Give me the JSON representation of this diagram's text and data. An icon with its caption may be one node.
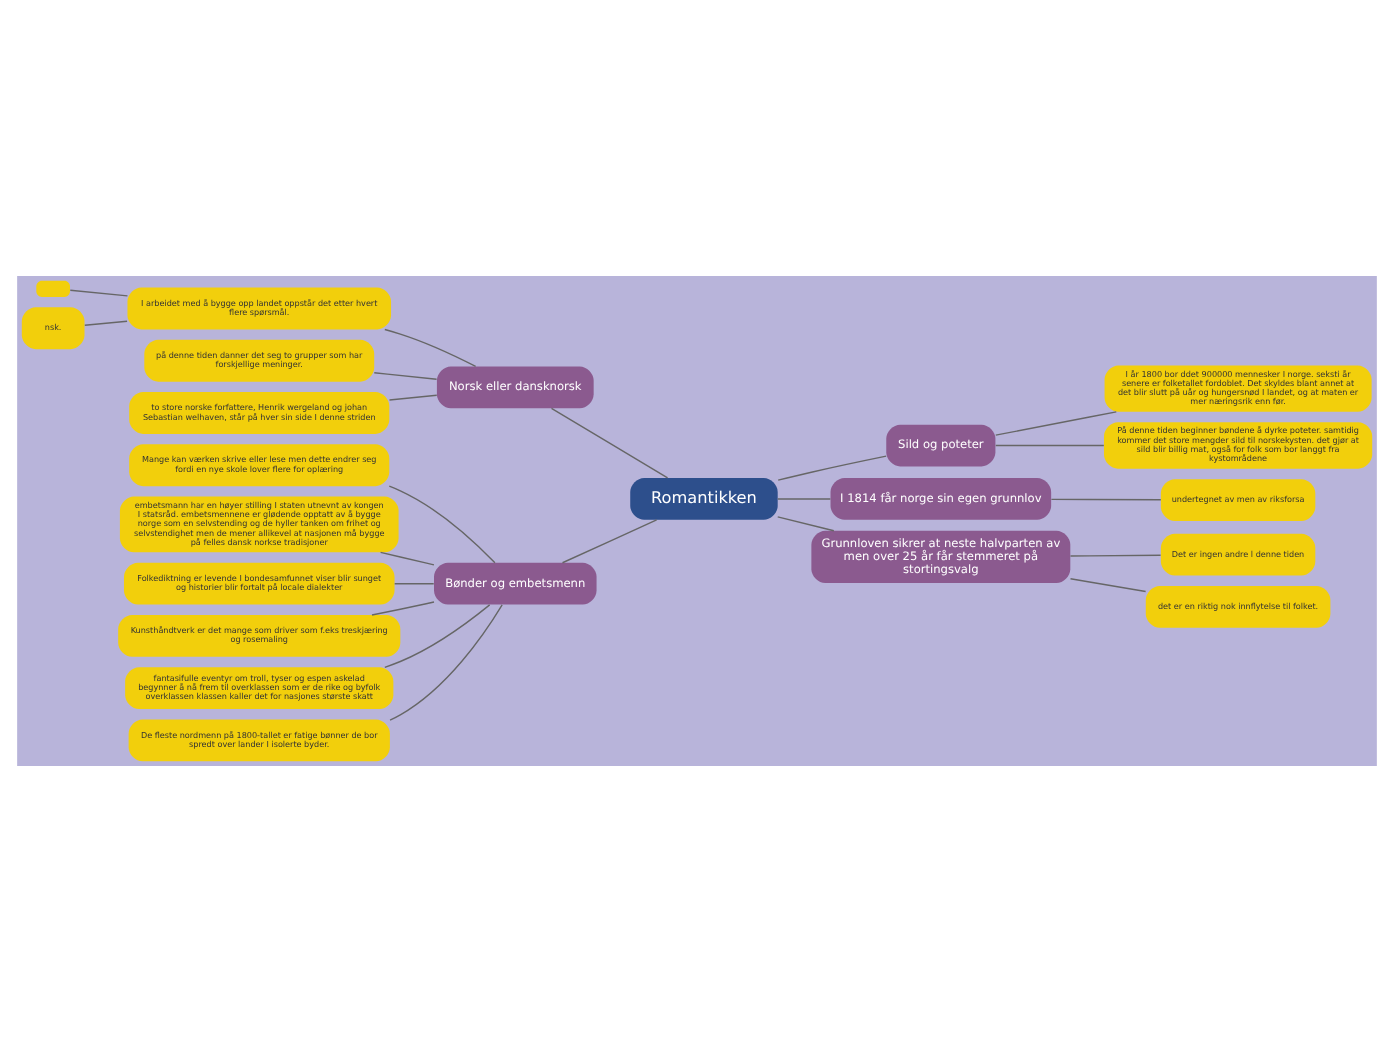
{
  "diagram": {
    "nodes": [
      {
        "text": [
          "Romantikken"
        ]
      },
      {
        "text": [
          "Norsk eller dansknorsk"
        ]
      },
      {
        "text": [
          "I arbeidet med å bygge opp landet oppstår det etter hvert flere spørsmål."
        ]
      },
      {
        "text": [],
        "shape": "box"
      },
      {
        "text": [
          "nsk."
        ]
      },
      {
        "text": [
          "på denne tiden danner det seg to grupper som har forskjellige meninger."
        ]
      },
      {
        "text": [
          "to store norske forfattere, Henrik wergeland og johan Sebastian welhaven, står på hver sin side I denne striden"
        ]
      },
      {
        "text": [
          "Bønder og embetsmenn"
        ]
      },
      {
        "text": [
          "Mange kan værken skrive eller lese men dette endrer seg fordi en nye skole lover flere for oplæring"
        ]
      },
      {
        "text": [
          "embetsmann har en høyer stilling I staten utnevnt av kongen I statsråd. embetsmennene er glødende opptatt av å bygge norge som en selvstending og de hyller tanken om frihet og selvstendighet men de mener allikevel at nasjonen må bygge på felles dansk norkse tradisjoner"
        ]
      },
      {
        "text": [
          "Folkediktning er levende I bondesamfunnet viser blir sunget og historier blir fortalt på locale dialekter"
        ]
      },
      {
        "text": [
          "Kunsthåndtverk er det mange som driver som f.eks treskjæring og rosemaling"
        ]
      },
      {
        "text": [
          "fantasifulle eventyr om troll, tyser og espen askelad begynner å nå frem til overklassen som er de rike og byfolk overklassen klassen kaller det for nasjones største skatt"
        ]
      },
      {
        "text": [
          "De fleste nordmenn på 1800-tallet er fatige bønner de bor spredt over lander I isolerte byder."
        ]
      },
      {
        "text": [
          "Sild og poteter"
        ]
      },
      {
        "text": [
          "I år 1800 bor ddet 900000 mennesker I norge. seksti år senere er folketallet fordoblet. Det skyldes blant annet at det blir slutt på uår og hungersnød I landet, og at maten er mer næringsrik enn før."
        ]
      },
      {
        "text": [
          "På denne tiden beginner bøndene å dyrke poteter. samtidig kommer det store mengder sild til norskekysten. det gjør at sild blir billig mat, også for folk som bor langgt fra kystområdene"
        ]
      },
      {
        "text": [
          "I 1814 får norge sin egen grunnlov"
        ]
      },
      {
        "text": [
          "undertegnet av men av riksforsa"
        ]
      },
      {
        "text": [
          "Grunnloven sikrer at neste halvparten av men over 25 år får stemmeret på stortingsvalg"
        ]
      },
      {
        "text": [
          "Det er ingen andre l denne tiden"
        ]
      },
      {
        "text": [
          "det er en riktig nok innflytelse til folket."
        ]
      }
    ],
    "edges": [
      {
        "from": 0,
        "to": 1,
        "arrow": "none"
      },
      {
        "from": 1,
        "to": 2,
        "arrow": "none"
      },
      {
        "from": 2,
        "to": 3,
        "arrow": "none"
      },
      {
        "from": 2,
        "to": 4,
        "arrow": "none"
      },
      {
        "from": 1,
        "to": 5,
        "arrow": "none"
      },
      {
        "from": 1,
        "to": 6,
        "arrow": "none"
      },
      {
        "from": 0,
        "to": 7,
        "arrow": "none"
      },
      {
        "from": 7,
        "to": 8,
        "arrow": "none"
      },
      {
        "from": 7,
        "to": 9,
        "arrow": "none"
      },
      {
        "from": 7,
        "to": 10,
        "arrow": "none"
      },
      {
        "from": 7,
        "to": 11,
        "arrow": "none"
      },
      {
        "from": 7,
        "to": 12,
        "arrow": "none"
      },
      {
        "from": 7,
        "to": 13,
        "arrow": "none"
      },
      {
        "from": 0,
        "to": 14,
        "arrow": "none"
      },
      {
        "from": 14,
        "to": 15,
        "arrow": "none"
      },
      {
        "from": 14,
        "to": 16,
        "arrow": "none"
      },
      {
        "from": 0,
        "to": 17,
        "arrow": "none"
      },
      {
        "from": 17,
        "to": 18,
        "arrow": "none"
      },
      {
        "from": 0,
        "to": 19,
        "arrow": "none"
      },
      {
        "from": 19,
        "to": 20,
        "arrow": "none"
      },
      {
        "from": 19,
        "to": 21,
        "arrow": "none"
      }
    ]
  }
}
